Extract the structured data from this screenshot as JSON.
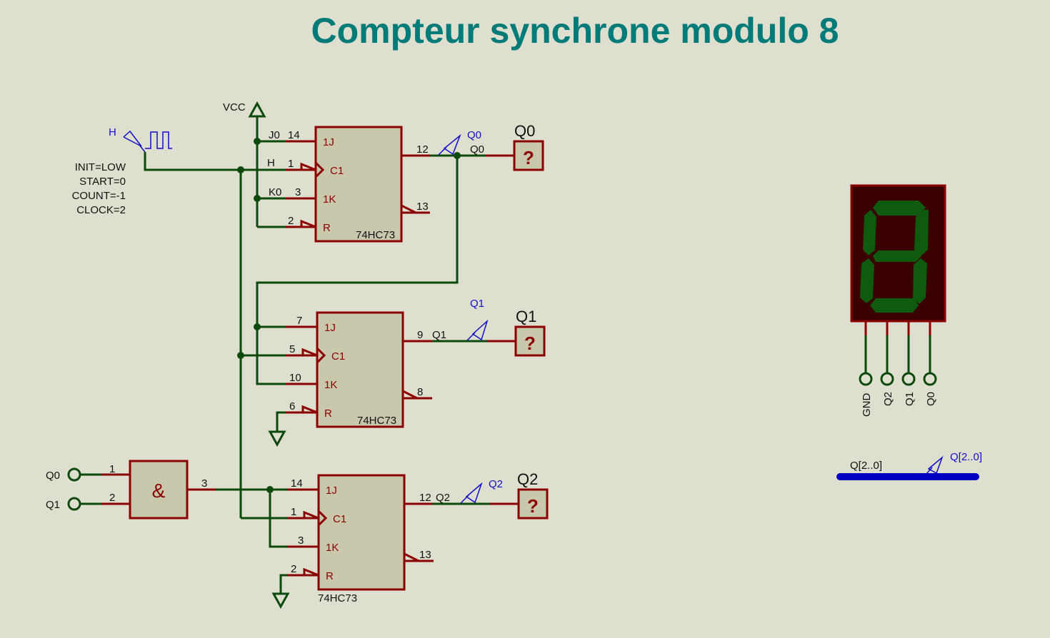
{
  "title": "Compteur synchrone modulo 8",
  "power": {
    "vcc_label": "VCC"
  },
  "clock": {
    "name": "H",
    "properties": [
      "INIT=LOW",
      "START=0",
      "COUNT=-1",
      "CLOCK=2"
    ]
  },
  "flipflops": [
    {
      "part": "74HC73",
      "pins": {
        "J": "14",
        "C": "1",
        "K": "3",
        "R": "2",
        "Q": "12",
        "Qn": "13"
      },
      "pin_names": {
        "J": "1J",
        "C": "C1",
        "K": "1K",
        "R": "R"
      },
      "net_labels": {
        "J": "J0",
        "C": "H",
        "K": "K0",
        "Q": "Q0"
      },
      "output_probe": "Q0"
    },
    {
      "part": "74HC73",
      "pins": {
        "J": "7",
        "C": "5",
        "K": "10",
        "R": "6",
        "Q": "9",
        "Qn": "8"
      },
      "pin_names": {
        "J": "1J",
        "C": "C1",
        "K": "1K",
        "R": "R"
      },
      "net_labels": {
        "Q": "Q1"
      },
      "output_probe": "Q1"
    },
    {
      "part": "74HC73",
      "pins": {
        "J": "14",
        "C": "1",
        "K": "3",
        "R": "2",
        "Q": "12",
        "Qn": "13"
      },
      "pin_names": {
        "J": "1J",
        "C": "C1",
        "K": "1K",
        "R": "R"
      },
      "net_labels": {
        "Q": "Q2"
      },
      "output_probe": "Q2"
    }
  ],
  "terminals_blue": [
    "Q0",
    "Q1",
    "Q2"
  ],
  "and_gate": {
    "symbol": "&",
    "inputs": [
      {
        "label": "Q0",
        "pin": "1"
      },
      {
        "label": "Q1",
        "pin": "2"
      }
    ],
    "output_pin": "3"
  },
  "probe_state": "?",
  "display": {
    "pins": [
      "GND",
      "Q2",
      "Q1",
      "Q0"
    ],
    "segments_on": [
      "a",
      "b",
      "c",
      "d",
      "e",
      "f",
      "g"
    ]
  },
  "bus": {
    "label": "Q[2..0]",
    "terminal": "Q[2..0]",
    "color": "#0000c0"
  },
  "colors": {
    "wire": "#0b4a0b",
    "component": "#8b0000",
    "title": "#007b78",
    "terminal": "#1010c8"
  }
}
